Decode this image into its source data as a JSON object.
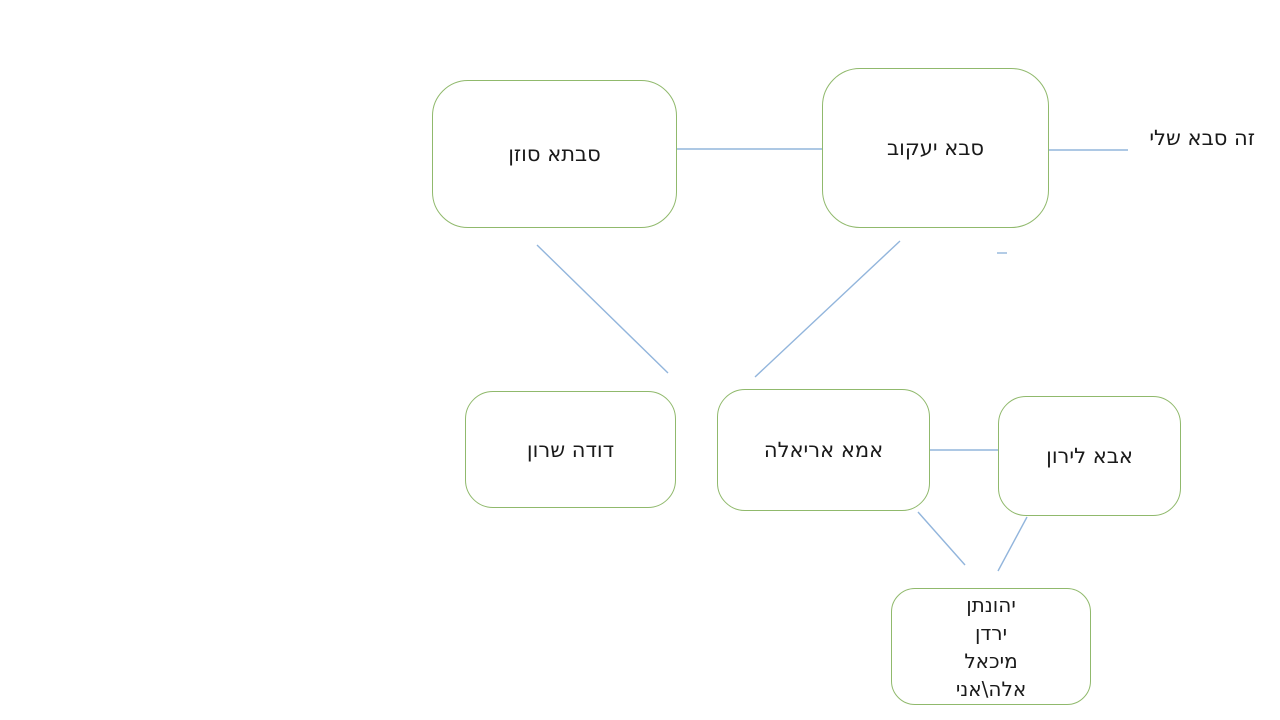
{
  "diagram": {
    "type": "family-tree",
    "language": "hebrew",
    "nodes": [
      {
        "id": "savta-suzan",
        "label": "סבתא סוזן"
      },
      {
        "id": "saba-yaakov",
        "label": "סבא יעקוב"
      },
      {
        "id": "doda-sharon",
        "label": "דודה שרון"
      },
      {
        "id": "ima-ariela",
        "label": "אמא אריאלה"
      },
      {
        "id": "aba-liron",
        "label": "אבא לירון"
      },
      {
        "id": "children",
        "lines": [
          "יהונתן",
          "ירדן",
          "מיכאל",
          "אלה\\אני"
        ]
      }
    ],
    "annotation": {
      "label": "זה סבא שלי"
    },
    "connectors": [
      "savta-suzan to saba-yaakov",
      "saba-yaakov to annotation",
      "savta-suzan to ima-ariela",
      "saba-yaakov to ima-ariela",
      "ima-ariela to aba-liron",
      "ima-ariela to children",
      "aba-liron to children",
      "stray dash below saba-yaakov"
    ]
  },
  "colors": {
    "node_border": "#90b96c",
    "connector": "#92b5dc",
    "text": "#1a1a1a",
    "background": "#ffffff"
  }
}
